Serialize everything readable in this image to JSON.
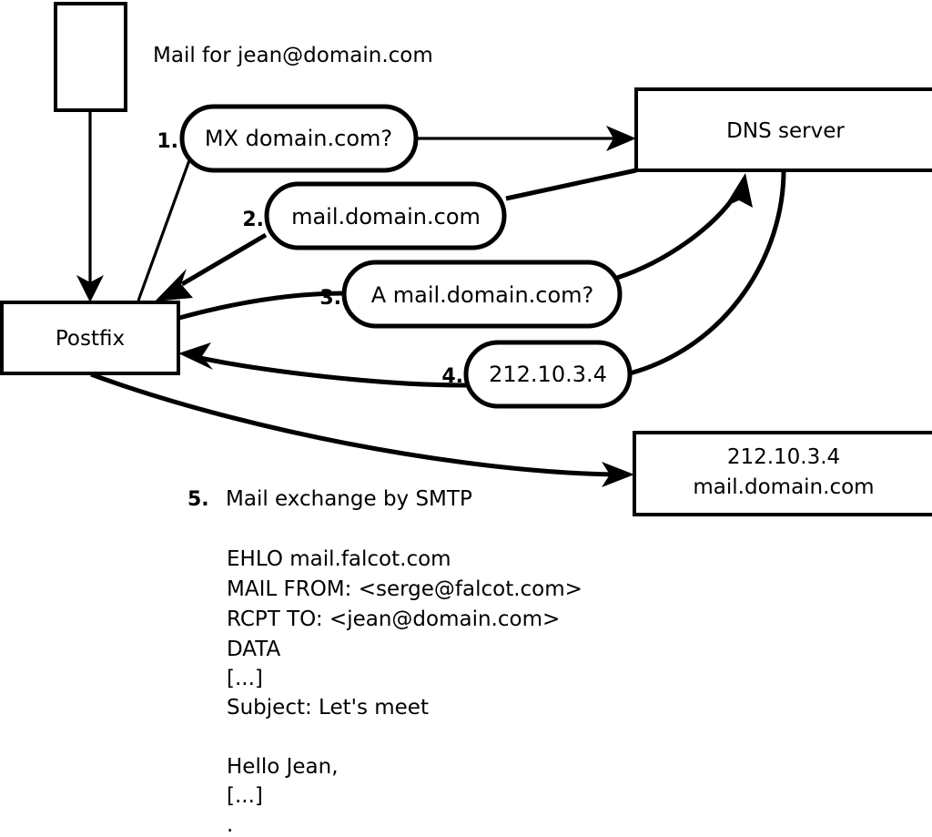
{
  "diagram": {
    "title_caption": "Mail for jean@domain.com",
    "nodes": [
      {
        "id": "sender",
        "label": "",
        "name": "sender-box"
      },
      {
        "id": "postfix",
        "label": "Postfix",
        "name": "postfix-box"
      },
      {
        "id": "dns",
        "label": "DNS server",
        "name": "dns-server-box"
      },
      {
        "id": "mailserver",
        "line1": "212.10.3.4",
        "line2": "mail.domain.com",
        "name": "remote-mail-server-box"
      }
    ],
    "steps": [
      {
        "num": "1.",
        "label": "MX domain.com?",
        "name": "step-1-mx-query"
      },
      {
        "num": "2.",
        "label": "mail.domain.com",
        "name": "step-2-mx-answer"
      },
      {
        "num": "3.",
        "label": "A mail.domain.com?",
        "name": "step-3-a-query"
      },
      {
        "num": "4.",
        "label": "212.10.3.4",
        "name": "step-4-a-answer"
      }
    ],
    "step5": {
      "num": "5.",
      "label": "Mail exchange by SMTP"
    },
    "smtp_transcript": [
      "EHLO mail.falcot.com",
      "MAIL FROM: <serge@falcot.com>",
      "RCPT TO: <jean@domain.com>",
      "DATA",
      "[...]",
      "Subject: Let's meet",
      "",
      "Hello Jean,",
      "[...]",
      "."
    ],
    "colors": {
      "background": "#ffffff",
      "stroke": "#000000",
      "text": "#000000"
    }
  }
}
